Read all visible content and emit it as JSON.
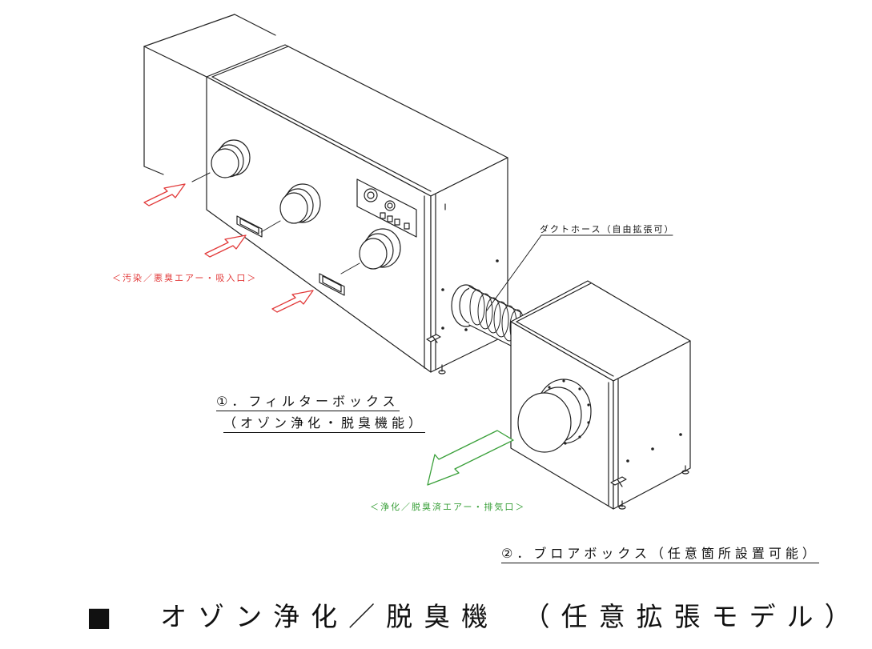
{
  "title": "■　オゾン浄化／脱臭機　（任意拡張モデル）",
  "labels": {
    "duct_hose": "ダクトホース（自由拡張可）",
    "intake": "＜汚染／悪臭エアー・吸入口＞",
    "exhaust": "＜浄化／脱臭済エアー・排気口＞",
    "filter_box_title": "①．フィルターボックス",
    "filter_box_sub": "（オゾン浄化・脱臭機能）",
    "blower_box": "②．ブロアボックス（任意箇所設置可能）"
  },
  "colors": {
    "line": "#222222",
    "intake_arrow": "#e23a3a",
    "exhaust_arrow": "#3aa03a"
  }
}
